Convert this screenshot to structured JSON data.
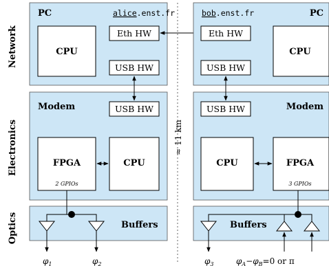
{
  "side_labels": {
    "network": "Network",
    "electronics": "Electronics",
    "optics": "Optics"
  },
  "alice": {
    "pc_label": "PC",
    "host_user": "alice",
    "host_domain": ".enst.fr",
    "cpu": "CPU",
    "eth_hw": "Eth HW",
    "usb_hw": "USB HW",
    "modem_label": "Modem",
    "modem_usb_hw": "USB HW",
    "fpga": "FPGA",
    "gpio": "2 GPIOs",
    "modem_cpu": "CPU",
    "buffers": "Buffers",
    "outputs": [
      {
        "phi": "φ",
        "sub": "1"
      },
      {
        "phi": "φ",
        "sub": "2"
      }
    ]
  },
  "bob": {
    "pc_label": "PC",
    "host_user": "bob",
    "host_domain": ".enst.fr",
    "cpu": "CPU",
    "eth_hw": "Eth HW",
    "usb_hw": "USB HW",
    "modem_label": "Modem",
    "modem_usb_hw": "USB HW",
    "fpga": "FPGA",
    "gpio": "3 GPIOs",
    "modem_cpu": "CPU",
    "buffers": "Buffers",
    "output": {
      "phi": "φ",
      "sub": "3"
    },
    "phase_condition": {
      "phi_a": "φ",
      "sub_a": "A",
      "minus": "−",
      "phi_b": "φ",
      "sub_b": "B",
      "equals": "=0  or  π"
    }
  },
  "distance": "≈ 11 km"
}
